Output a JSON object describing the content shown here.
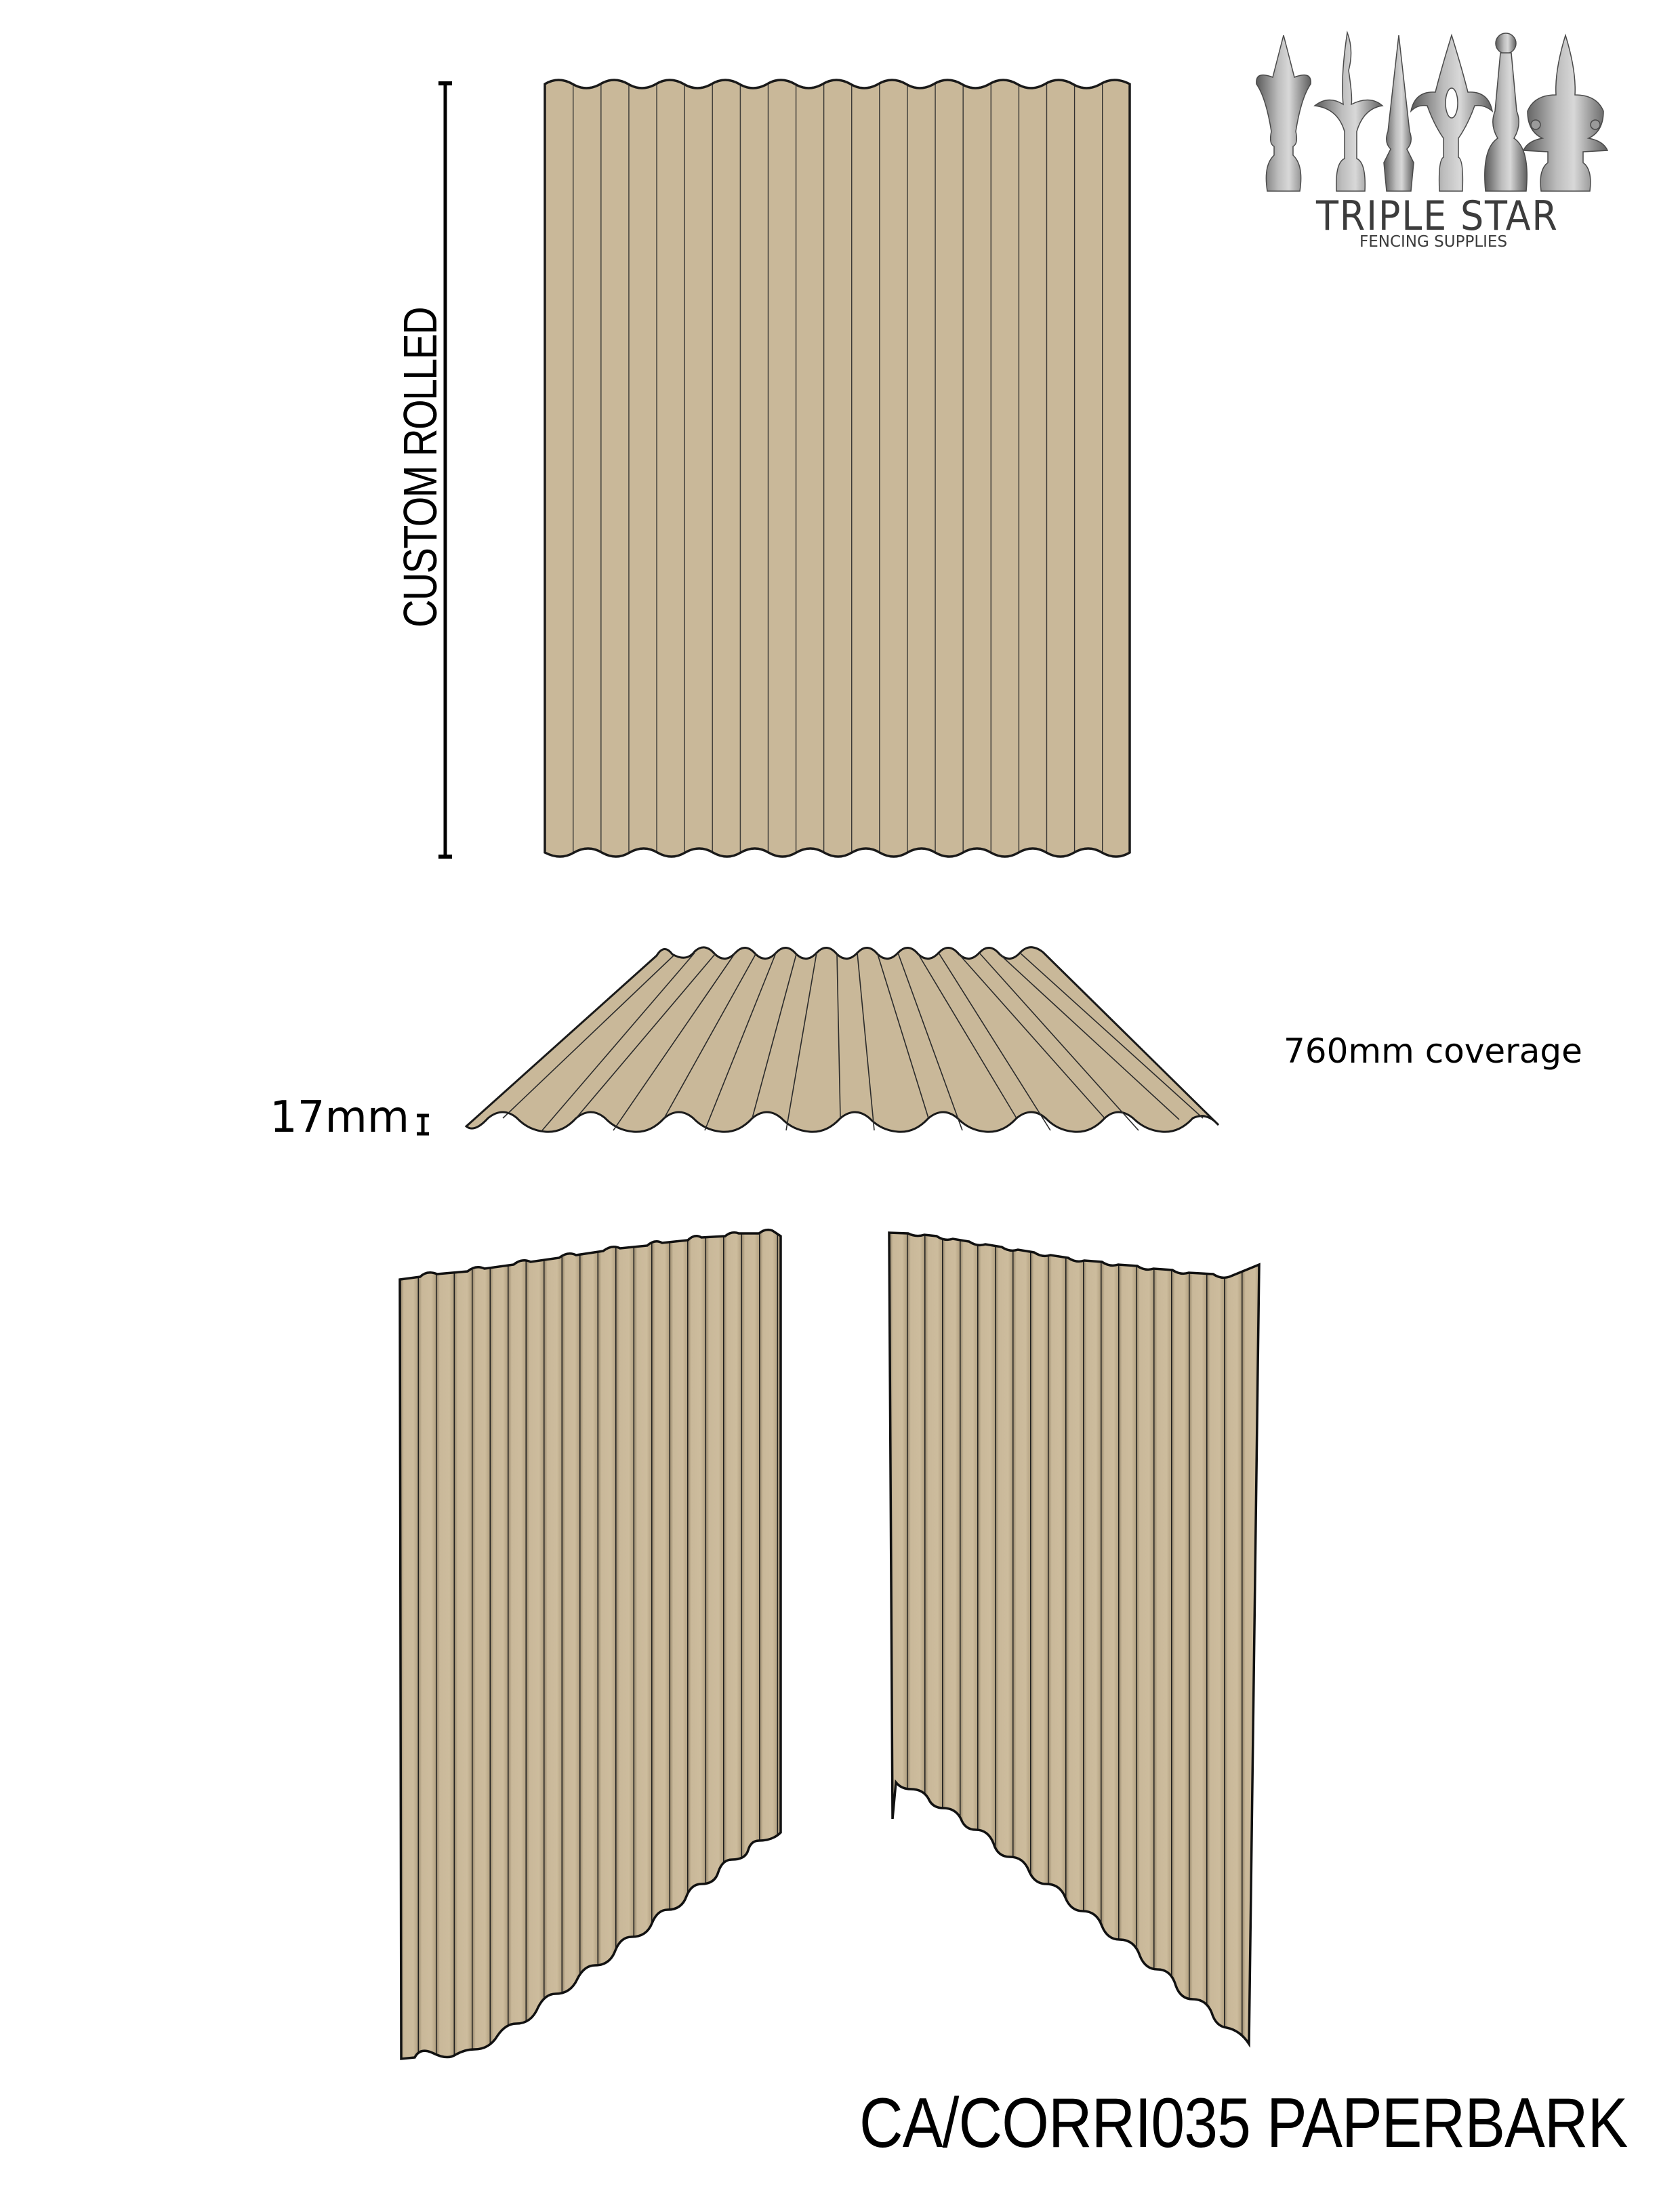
{
  "logo": {
    "title": "TRIPLE STAR",
    "subtitle": "FENCING SUPPLIES",
    "icon": "fence-finials-icon",
    "finial_count": 6,
    "color": "#3c3c3c"
  },
  "diagram": {
    "sheet_color": "#c9b899",
    "outline_color": "#1a1a1a",
    "height_dimension_label": "CUSTOM ROLLED",
    "profile_depth_label": "17mm",
    "coverage_label": "760mm coverage",
    "product_code": "CA/CORRI035 PAPERBARK",
    "views": [
      {
        "name": "front-elevation",
        "flutes": 21
      },
      {
        "name": "perspective-profile",
        "corrugations": 11
      },
      {
        "name": "angled-view-left",
        "flutes": 21
      },
      {
        "name": "angled-view-right",
        "flutes": 21
      }
    ]
  }
}
